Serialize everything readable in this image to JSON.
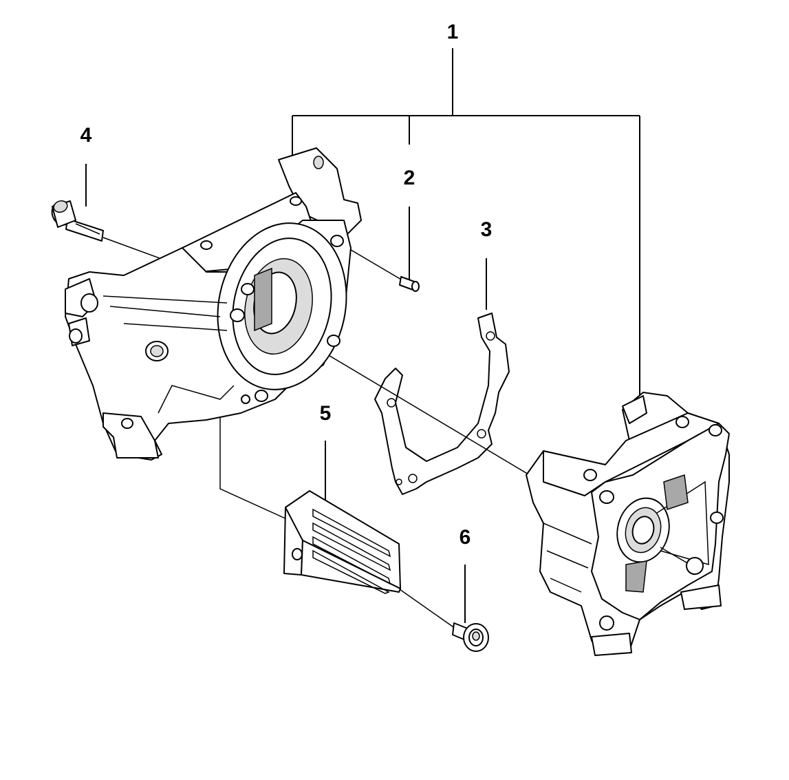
{
  "callouts": [
    {
      "id": "1",
      "label": "1"
    },
    {
      "id": "2",
      "label": "2"
    },
    {
      "id": "3",
      "label": "3"
    },
    {
      "id": "4",
      "label": "4"
    },
    {
      "id": "5",
      "label": "5"
    },
    {
      "id": "6",
      "label": "6"
    }
  ],
  "colors": {
    "line": "#000000",
    "background": "#ffffff",
    "shade": "#dcdcdc"
  }
}
